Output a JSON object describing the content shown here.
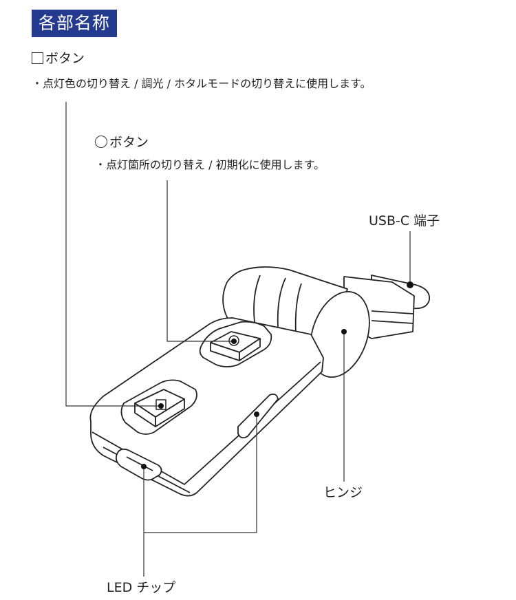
{
  "header": {
    "title": "各部名称"
  },
  "square_button": {
    "label": "ボタン",
    "description": "・点灯色の切り替え / 調光 / ホタルモードの切り替えに使用します。"
  },
  "circle_button": {
    "label": "ボタン",
    "description": "・点灯箇所の切り替え / 初期化に使用します。"
  },
  "callouts": {
    "usbc": "USB-C 端子",
    "hinge": "ヒンジ",
    "led": "LED チップ"
  }
}
